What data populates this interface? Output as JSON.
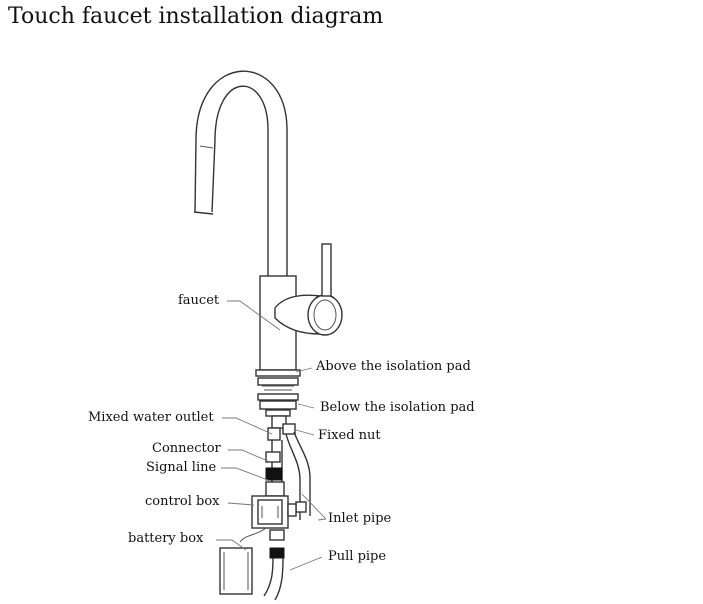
{
  "title": "Touch faucet installation diagram",
  "labels": {
    "faucet": "faucet",
    "above_pad": "Above the isolation pad",
    "below_pad": "Below the isolation pad",
    "mixed_outlet": "Mixed water outlet",
    "fixed_nut": "Fixed nut",
    "connector": "Connector",
    "signal_line": "Signal line",
    "control_box": "control box",
    "inlet_pipe": "Inlet pipe",
    "battery_box": "battery box",
    "pull_pipe": "Pull pipe"
  }
}
